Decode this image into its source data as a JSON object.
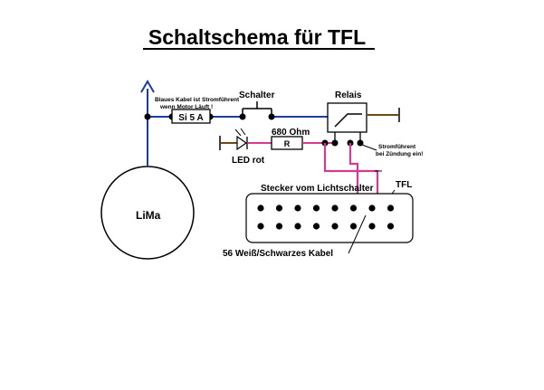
{
  "title": "Schaltschema für TFL",
  "labels": {
    "blue_cable_line1": "Blaues Kabel ist Stromführent",
    "blue_cable_line2": "wenn Motor Läuft !",
    "fuse": "Si 5 A",
    "switch": "Schalter",
    "relay": "Relais",
    "resistor_value": "680 Ohm",
    "resistor": "R",
    "led": "LED rot",
    "ignition_line1": "Stromführent",
    "ignition_line2": "bei Zündung ein!",
    "connector": "Stecker vom Lichtschalter",
    "tfl": "TFL",
    "generator": "LiMa",
    "cable_56": "56 Weiß/Schwarzes Kabel"
  },
  "colors": {
    "blue_wire": "#1a3d9e",
    "pink_wire": "#d43a8f",
    "ground": "#6b4a1a",
    "outline": "#000000"
  },
  "connector_pins": {
    "rows": 2,
    "per_row": 8
  }
}
